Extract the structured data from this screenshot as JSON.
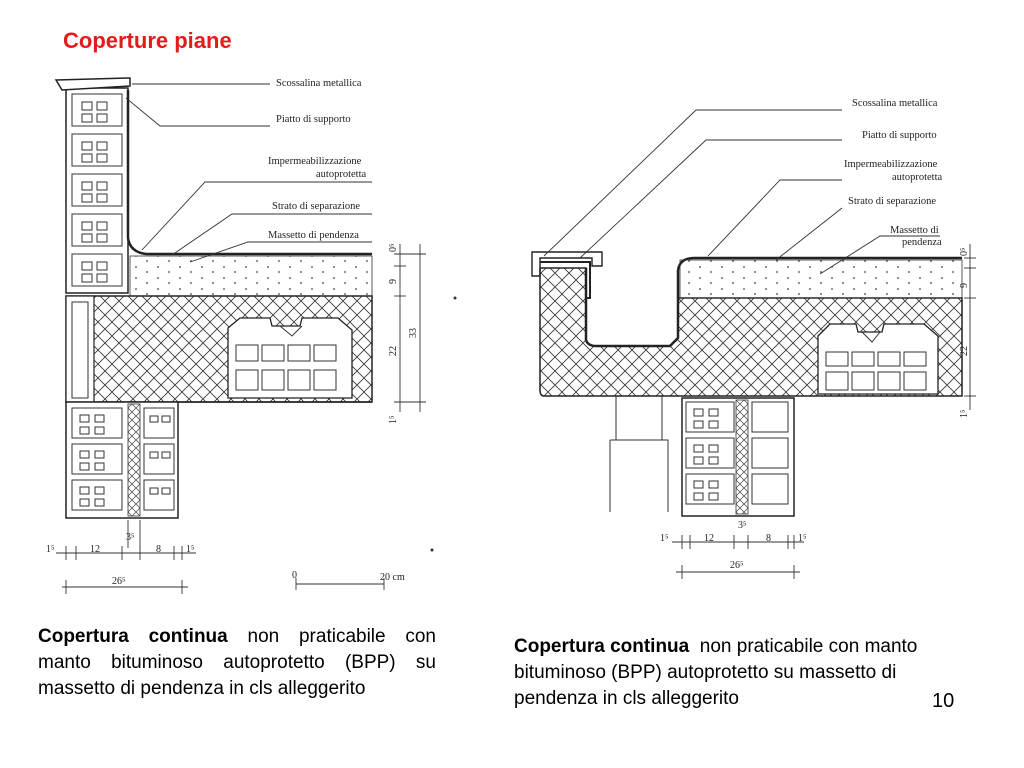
{
  "page": {
    "title": "Coperture piane",
    "page_number": "10"
  },
  "left_detail": {
    "labels": {
      "scossalina": "Scossalina metallica",
      "piatto": "Piatto di supporto",
      "imperm_1": "Impermeabilizzazione",
      "imperm_2": "autoprotetta",
      "strato": "Strato di separazione",
      "massetto": "Massetto di pendenza"
    },
    "dims": {
      "d_top": "0⁵",
      "d_9": "9",
      "d_22": "22",
      "d_33": "33",
      "d_15": "1⁵",
      "b_15a": "1⁵",
      "b_12": "12",
      "b_35": "3⁵",
      "b_8": "8",
      "b_15b": "1⁵",
      "b_265": "26⁵"
    },
    "scale": {
      "zero": "0",
      "twenty": "20 cm"
    },
    "caption": {
      "bold": "Copertura continua",
      "rest": " non praticabile con manto bituminoso autoprotetto (BPP) su massetto di pendenza in cls alleggerito"
    }
  },
  "right_detail": {
    "labels": {
      "scossalina": "Scossalina metallica",
      "piatto": "Piatto di supporto",
      "imperm_1": "Impermeabilizzazione",
      "imperm_2": "autoprotetta",
      "strato": "Strato di separazione",
      "massetto_1": "Massetto di",
      "massetto_2": "pendenza"
    },
    "dims": {
      "d_top": "0⁵",
      "d_9": "9",
      "d_22": "22",
      "d_15": "1⁵",
      "b_15a": "1⁵",
      "b_12": "12",
      "b_35": "3⁵",
      "b_8": "8",
      "b_15b": "1⁵",
      "b_265": "26⁵"
    },
    "caption": {
      "bold": "Copertura continua",
      "rest": "  non praticabile con manto bituminoso (BPP) autoprotetto su massetto di pendenza in cls alleggerito"
    }
  }
}
